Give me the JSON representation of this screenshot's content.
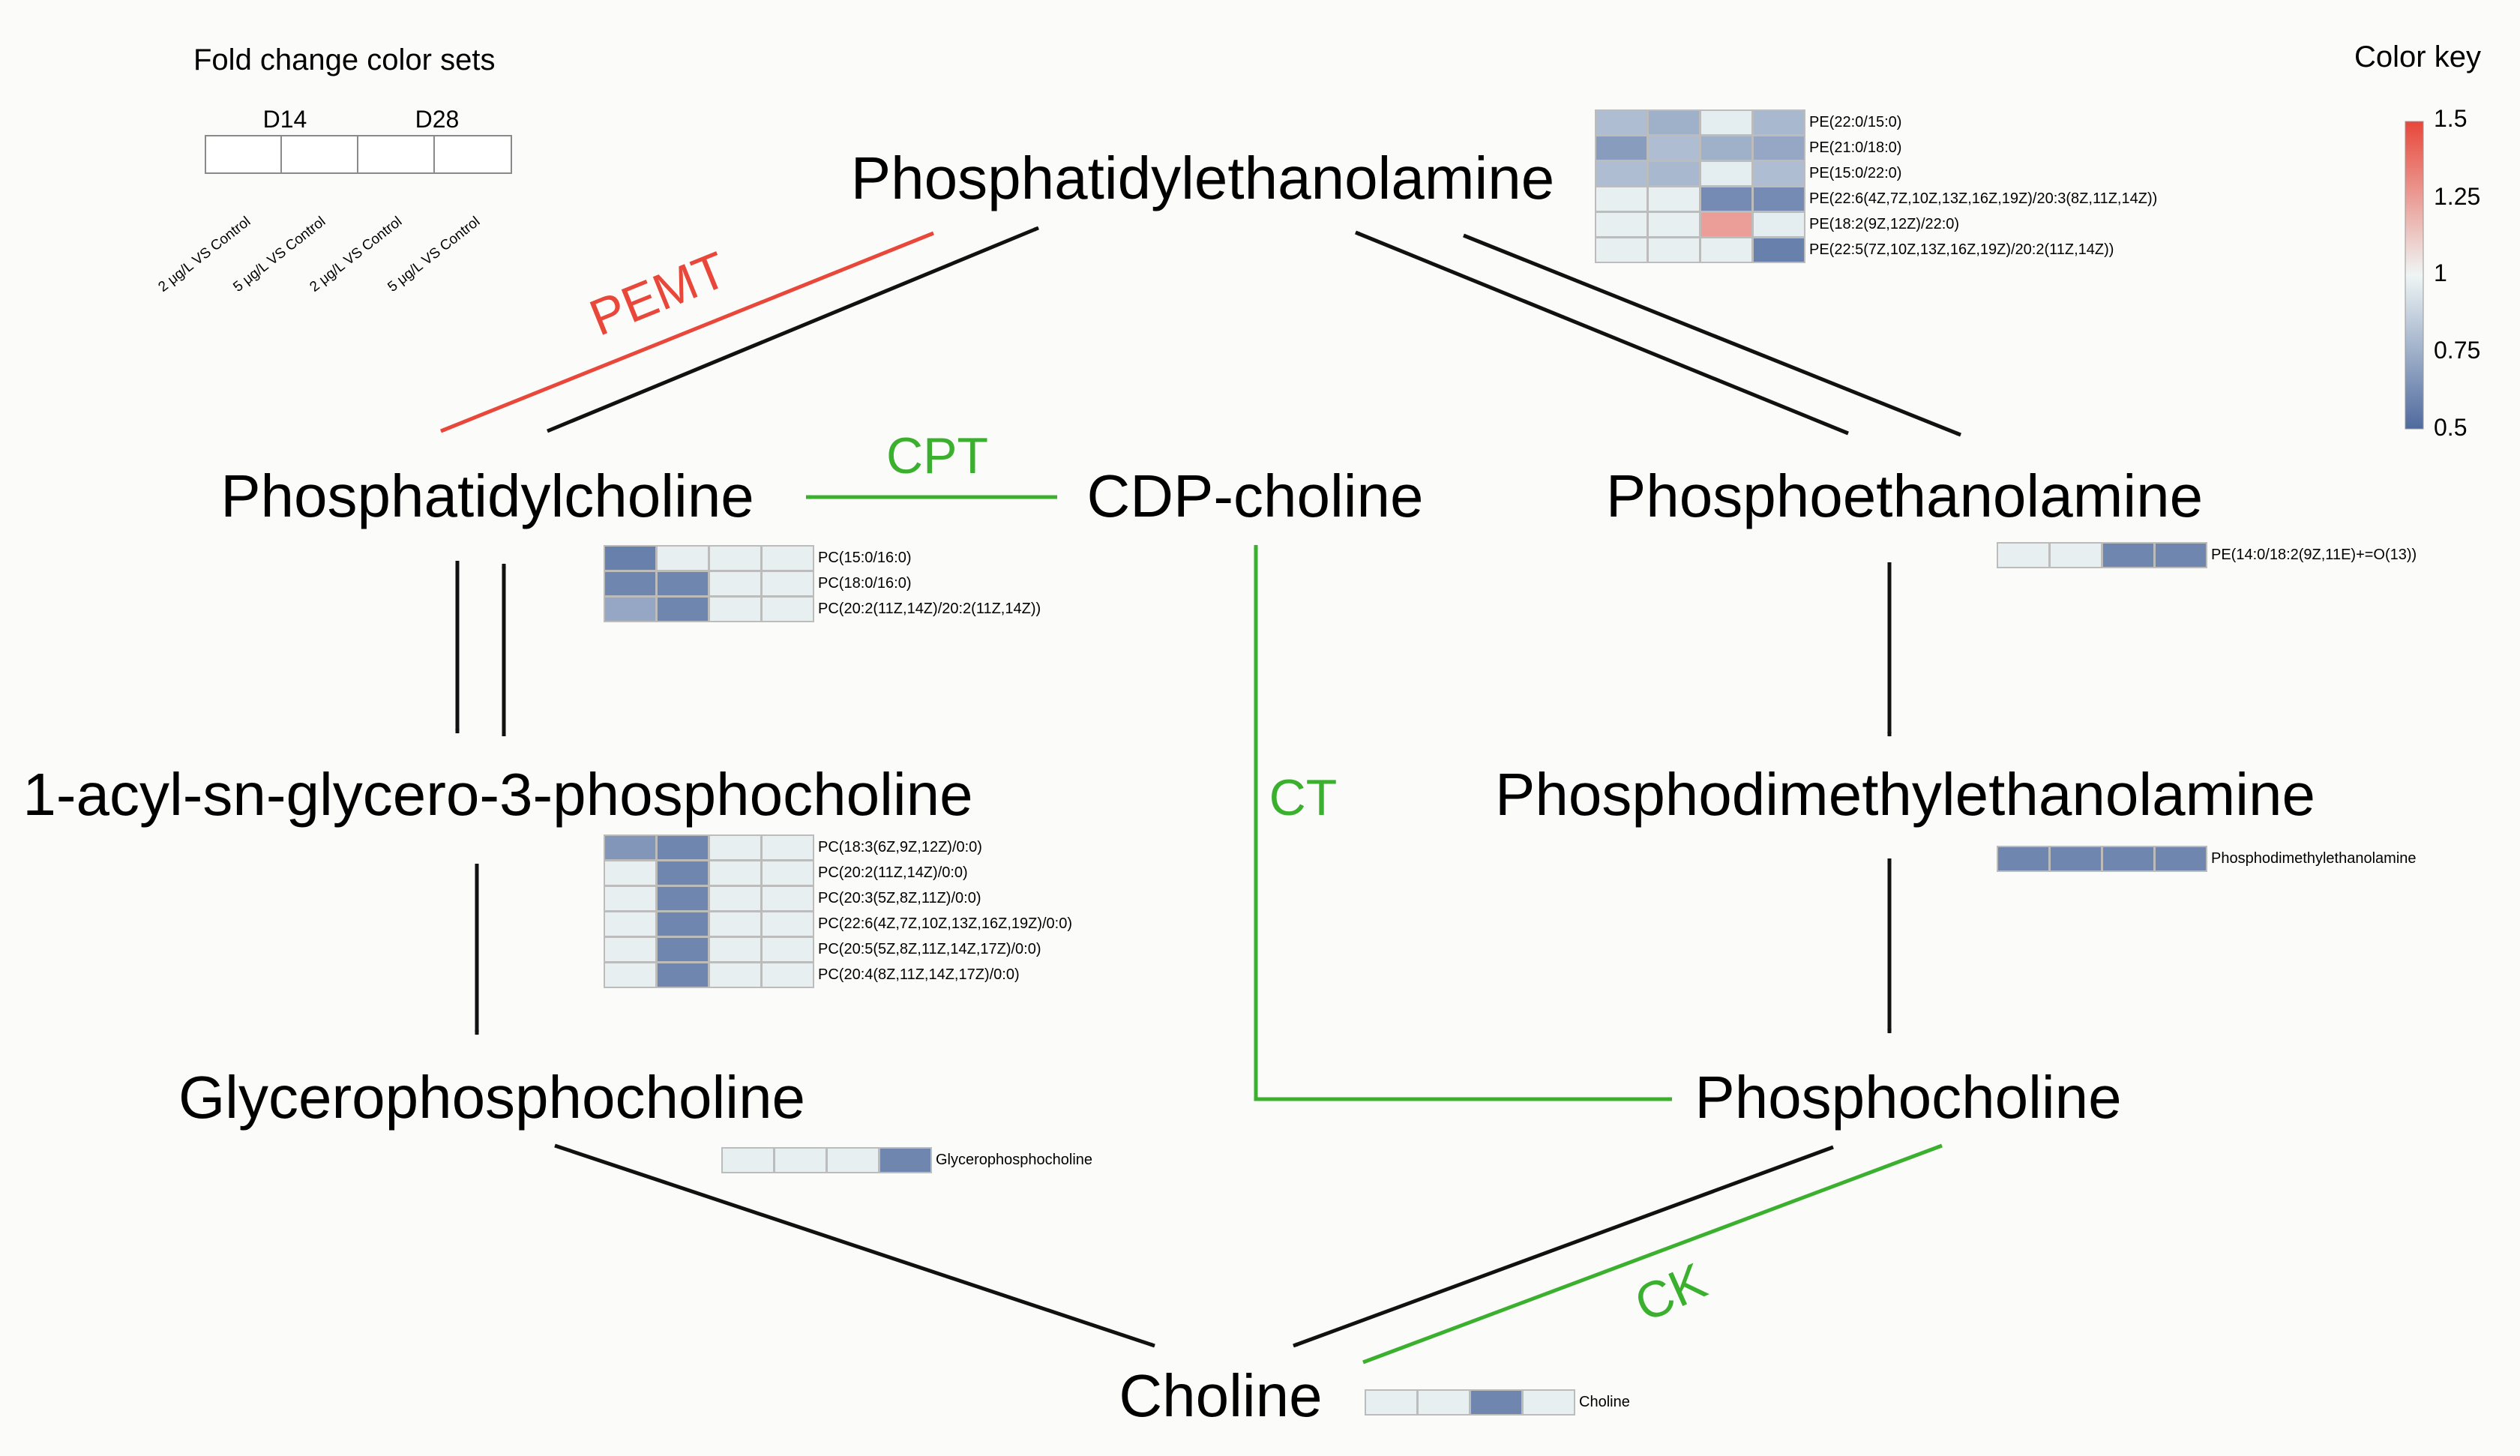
{
  "legend": {
    "title": "Fold change color sets",
    "groups": [
      "D14",
      "D28"
    ],
    "columns": [
      "2  μg/L VS Control",
      "5  μg/L VS Control",
      "2  μg/L VS Control",
      "5  μg/L VS Control"
    ]
  },
  "color_key": {
    "title": "Color key",
    "ticks": [
      "1.5",
      "1.25",
      "1",
      "0.75",
      "0.5"
    ],
    "low_color": "#4f6a9e",
    "mid_color": "#eef5f4",
    "high_color": "#e8473a"
  },
  "nodes": {
    "pe": "Phosphatidylethanolamine",
    "pc": "Phosphatidylcholine",
    "cdp": "CDP-choline",
    "petn": "Phosphoethanolamine",
    "lpc": "1-acyl-sn-glycero-3-phosphocholine",
    "pdme": "Phosphodimethylethanolamine",
    "gpc": "Glycerophosphocholine",
    "pcho": "Phosphocholine",
    "choline": "Choline"
  },
  "enzymes": {
    "pemt": "PEMT",
    "cpt": "CPT",
    "ct": "CT",
    "ck": "CK"
  },
  "enzyme_colors": {
    "red": "#e8473a",
    "green": "#3bb02e"
  },
  "heatmaps": {
    "pe": {
      "rows": [
        {
          "label": "PE(22:0/15:0)",
          "values": [
            0.8,
            0.75,
            0.97,
            0.78
          ]
        },
        {
          "label": "PE(21:0/18:0)",
          "values": [
            0.68,
            0.8,
            0.75,
            0.72
          ]
        },
        {
          "label": "PE(15:0/22:0)",
          "values": [
            0.8,
            0.78,
            0.97,
            0.8
          ]
        },
        {
          "label": "PE(22:6(4Z,7Z,10Z,13Z,16Z,19Z)/20:3(8Z,11Z,14Z))",
          "values": [
            0.98,
            0.98,
            0.62,
            0.62
          ]
        },
        {
          "label": "PE(18:2(9Z,12Z)/22:0)",
          "values": [
            0.98,
            0.98,
            1.25,
            0.97
          ]
        },
        {
          "label": "PE(22:5(7Z,10Z,13Z,16Z,19Z)/20:2(11Z,14Z))",
          "values": [
            0.98,
            0.98,
            0.98,
            0.58
          ]
        }
      ]
    },
    "pc": {
      "rows": [
        {
          "label": "PC(15:0/16:0)",
          "values": [
            0.58,
            0.98,
            0.98,
            0.98
          ]
        },
        {
          "label": "PC(18:0/16:0)",
          "values": [
            0.6,
            0.6,
            0.98,
            0.98
          ]
        },
        {
          "label": "PC(20:2(11Z,14Z)/20:2(11Z,14Z))",
          "values": [
            0.72,
            0.6,
            0.98,
            0.98
          ]
        }
      ]
    },
    "lpc": {
      "rows": [
        {
          "label": "PC(18:3(6Z,9Z,12Z)/0:0)",
          "values": [
            0.66,
            0.6,
            0.98,
            0.98
          ]
        },
        {
          "label": "PC(20:2(11Z,14Z)/0:0)",
          "values": [
            0.98,
            0.6,
            0.98,
            0.98
          ]
        },
        {
          "label": "PC(20:3(5Z,8Z,11Z)/0:0)",
          "values": [
            0.98,
            0.6,
            0.98,
            0.98
          ]
        },
        {
          "label": "PC(22:6(4Z,7Z,10Z,13Z,16Z,19Z)/0:0)",
          "values": [
            0.98,
            0.6,
            0.98,
            0.98
          ]
        },
        {
          "label": "PC(20:5(5Z,8Z,11Z,14Z,17Z)/0:0)",
          "values": [
            0.98,
            0.6,
            0.98,
            0.98
          ]
        },
        {
          "label": "PC(20:4(8Z,11Z,14Z,17Z)/0:0)",
          "values": [
            0.98,
            0.6,
            0.98,
            0.98
          ]
        }
      ]
    },
    "petn": {
      "rows": [
        {
          "label": "PE(14:0/18:2(9Z,11E)+=O(13))",
          "values": [
            0.98,
            0.98,
            0.6,
            0.6
          ]
        }
      ]
    },
    "pdme": {
      "rows": [
        {
          "label": "Phosphodimethylethanolamine",
          "values": [
            0.6,
            0.6,
            0.6,
            0.6
          ]
        }
      ]
    },
    "gpc": {
      "rows": [
        {
          "label": "Glycerophosphocholine",
          "values": [
            0.98,
            0.98,
            0.98,
            0.6
          ]
        }
      ]
    },
    "choline": {
      "rows": [
        {
          "label": "Choline",
          "values": [
            0.98,
            0.98,
            0.6,
            0.98
          ]
        }
      ]
    }
  }
}
